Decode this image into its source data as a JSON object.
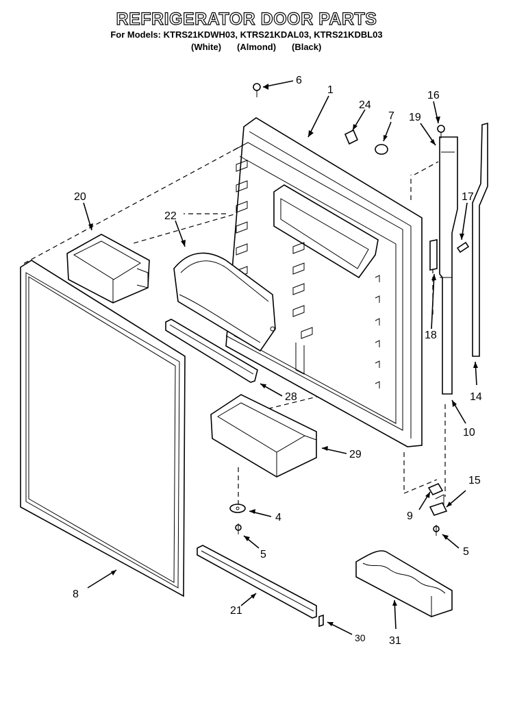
{
  "header": {
    "title": "REFRIGERATOR DOOR PARTS",
    "models": "For Models: KTRS21KDWH03, KTRS21KDAL03, KTRS21KDBL03",
    "color_white": "(White)",
    "color_almond": "(Almond)",
    "color_black": "(Black)"
  },
  "callouts": {
    "c1": "1",
    "c4": "4",
    "c5a": "5",
    "c5b": "5",
    "c6": "6",
    "c7": "7",
    "c8": "8",
    "c9": "9",
    "c10": "10",
    "c14": "14",
    "c15": "15",
    "c16": "16",
    "c17": "17",
    "c18": "18",
    "c19": "19",
    "c20": "20",
    "c21": "21",
    "c22": "22",
    "c24": "24",
    "c28": "28",
    "c29": "29",
    "c30": "30",
    "c31": "31"
  }
}
